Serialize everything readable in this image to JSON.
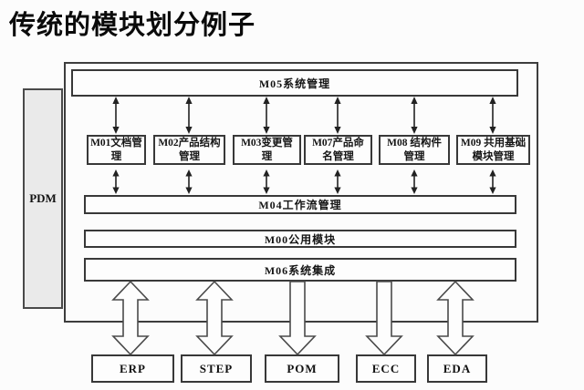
{
  "title": "传统的模块划分例子",
  "diagram": {
    "pdm_label": "PDM",
    "top_bar": "M05系统管理",
    "modules": [
      {
        "label": "M01文档管理"
      },
      {
        "label": "M02产品结构管理"
      },
      {
        "label": "M03变更管理"
      },
      {
        "label": "M07产品命名管理"
      },
      {
        "label": "M08 结构件管理"
      },
      {
        "label": "M09 共用基础模块管理"
      }
    ],
    "module_arrows": "bidirectional",
    "bars": [
      {
        "label": "M04工作流管理"
      },
      {
        "label": "M00公用模块"
      },
      {
        "label": "M06系统集成"
      }
    ],
    "external_systems": [
      {
        "label": "ERP",
        "arrow": "bidirectional"
      },
      {
        "label": "STEP",
        "arrow": "bidirectional"
      },
      {
        "label": "POM",
        "arrow": "down"
      },
      {
        "label": "ECC",
        "arrow": "down"
      },
      {
        "label": "EDA",
        "arrow": "bidirectional"
      }
    ],
    "colors": {
      "line": "#3d3d3d",
      "box_fill": "#fdfdfd",
      "pdm_fill": "#eaeaea",
      "background": "#fcfcfc",
      "text": "#111111"
    }
  }
}
